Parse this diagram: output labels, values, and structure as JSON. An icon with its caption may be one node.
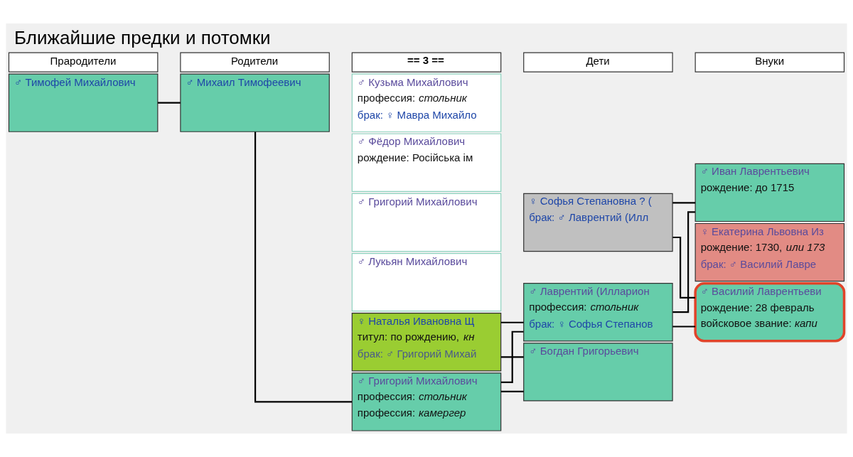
{
  "diagram": {
    "title": "Ближайшие предки и потомки",
    "nodes": [
      {
        "text": [
          "Прародители"
        ]
      },
      {
        "text": [
          "Родители"
        ]
      },
      {
        "text": [
          "== 3 =="
        ]
      },
      {
        "text": [
          "Дети"
        ]
      },
      {
        "text": [
          "Внуки"
        ]
      },
      {
        "text": [
          "♂ Тимофей Михайлович"
        ]
      },
      {
        "text": [
          "♂ Михаил Тимофеевич"
        ]
      },
      {
        "text": [
          "♂ Кузьма Михайлович",
          "профессия: *стольник*",
          "брак: ♀ Мавра Михайло"
        ]
      },
      {
        "text": [
          "♂ Фёдор Михайлович",
          "рождение: Російська ім"
        ]
      },
      {
        "text": [
          "♂ Григорий Михайлович"
        ]
      },
      {
        "text": [
          "♂ Лукьян Михайлович"
        ]
      },
      {
        "text": [
          "♀ Наталья Ивановна Щ",
          "титул: по рождению, *кн*",
          "брак: ♂ Григорий Михай"
        ]
      },
      {
        "text": [
          "♂ Григорий Михайлович",
          "профессия: *стольник*",
          "профессия: *камергер*"
        ]
      },
      {
        "text": [
          "♀ Софья Степановна ? (",
          "брак: ♂ Лаврентий (Илл"
        ]
      },
      {
        "text": [
          "♂ Лаврентий (Илларион",
          "профессия: *стольник*",
          "брак: ♀ Софья Степанов"
        ]
      },
      {
        "text": [
          "♂ Богдан Григорьевич"
        ]
      },
      {
        "text": [
          "♂ Иван Лаврентьевич",
          "рождение: до 1715"
        ]
      },
      {
        "text": [
          "♀ Екатерина Львовна Из",
          "рождение: 1730, *или 173*",
          "брак: ♂ Василий Лавре"
        ]
      },
      {
        "text": [
          "♂ Василий Лаврентьеви",
          "рождение: 28 февраль",
          "войсковое звание: *капи*"
        ]
      }
    ],
    "edges": [
      {
        "from": 5,
        "to": 6,
        "arrow": "none"
      },
      {
        "from": 6,
        "to": 12,
        "arrow": "none"
      },
      {
        "from": 11,
        "to": 14,
        "arrow": "none"
      },
      {
        "from": 11,
        "to": 15,
        "arrow": "none"
      },
      {
        "from": 12,
        "to": 14,
        "arrow": "none"
      },
      {
        "from": 12,
        "to": 15,
        "arrow": "none"
      },
      {
        "from": 13,
        "to": 16,
        "arrow": "none"
      },
      {
        "from": 13,
        "to": 18,
        "arrow": "none"
      },
      {
        "from": 14,
        "to": 16,
        "arrow": "none"
      },
      {
        "from": 14,
        "to": 18,
        "arrow": "none"
      }
    ]
  }
}
